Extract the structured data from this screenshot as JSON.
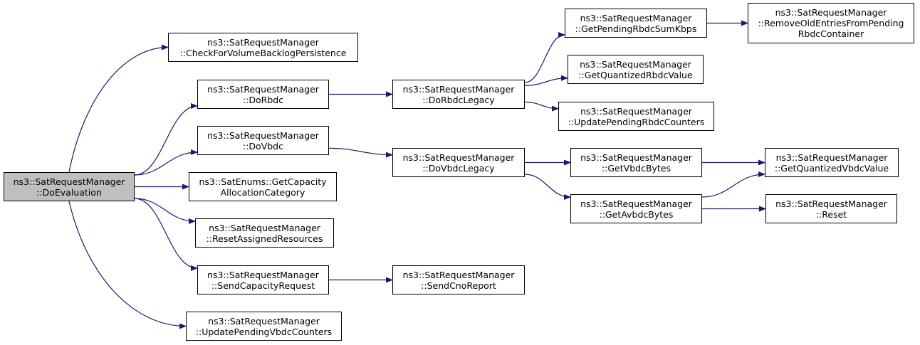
{
  "colors": {
    "edge": "#191970",
    "border": "#000000",
    "root_fill": "#bfbfbf",
    "node_fill": "#ffffff"
  },
  "nodes": {
    "doEvaluation": {
      "line1": "ns3::SatRequestManager",
      "line2": "::DoEvaluation"
    },
    "checkBacklog": {
      "line1": "ns3::SatRequestManager",
      "line2": "::CheckForVolumeBacklogPersistence"
    },
    "doRbdc": {
      "line1": "ns3::SatRequestManager",
      "line2": "::DoRbdc"
    },
    "doVbdc": {
      "line1": "ns3::SatRequestManager",
      "line2": "::DoVbdc"
    },
    "getCapacityAllocCat": {
      "line1": "ns3::SatEnums::GetCapacity",
      "line2": "AllocationCategory"
    },
    "resetAssigned": {
      "line1": "ns3::SatRequestManager",
      "line2": "::ResetAssignedResources"
    },
    "sendCapacityReq": {
      "line1": "ns3::SatRequestManager",
      "line2": "::SendCapacityRequest"
    },
    "updatePendingVbdc": {
      "line1": "ns3::SatRequestManager",
      "line2": "::UpdatePendingVbdcCounters"
    },
    "doRbdcLegacy": {
      "line1": "ns3::SatRequestManager",
      "line2": "::DoRbdcLegacy"
    },
    "doVbdcLegacy": {
      "line1": "ns3::SatRequestManager",
      "line2": "::DoVbdcLegacy"
    },
    "sendCnoReport": {
      "line1": "ns3::SatRequestManager",
      "line2": "::SendCnoReport"
    },
    "getPendingRbdcSum": {
      "line1": "ns3::SatRequestManager",
      "line2": "::GetPendingRbdcSumKbps"
    },
    "getQuantRbdc": {
      "line1": "ns3::SatRequestManager",
      "line2": "::GetQuantizedRbdcValue"
    },
    "updatePendingRbdc": {
      "line1": "ns3::SatRequestManager",
      "line2": "::UpdatePendingRbdcCounters"
    },
    "getVbdcBytes": {
      "line1": "ns3::SatRequestManager",
      "line2": "::GetVbdcBytes"
    },
    "getAvbdcBytes": {
      "line1": "ns3::SatRequestManager",
      "line2": "::GetAvbdcBytes"
    },
    "removeOldEntries": {
      "line1": "ns3::SatRequestManager",
      "line2": "::RemoveOldEntriesFromPending",
      "line3": "RbdcContainer"
    },
    "getQuantVbdc": {
      "line1": "ns3::SatRequestManager",
      "line2": "::GetQuantizedVbdcValue"
    },
    "reset": {
      "line1": "ns3::SatRequestManager",
      "line2": "::Reset"
    }
  },
  "edges": [
    [
      "doEvaluation",
      "checkBacklog"
    ],
    [
      "doEvaluation",
      "doRbdc"
    ],
    [
      "doEvaluation",
      "doVbdc"
    ],
    [
      "doEvaluation",
      "getCapacityAllocCat"
    ],
    [
      "doEvaluation",
      "resetAssigned"
    ],
    [
      "doEvaluation",
      "sendCapacityReq"
    ],
    [
      "doEvaluation",
      "updatePendingVbdc"
    ],
    [
      "doRbdc",
      "doRbdcLegacy"
    ],
    [
      "doVbdc",
      "doVbdcLegacy"
    ],
    [
      "sendCapacityReq",
      "sendCnoReport"
    ],
    [
      "doRbdcLegacy",
      "getPendingRbdcSum"
    ],
    [
      "doRbdcLegacy",
      "getQuantRbdc"
    ],
    [
      "doRbdcLegacy",
      "updatePendingRbdc"
    ],
    [
      "doVbdcLegacy",
      "getVbdcBytes"
    ],
    [
      "doVbdcLegacy",
      "getAvbdcBytes"
    ],
    [
      "getPendingRbdcSum",
      "removeOldEntries"
    ],
    [
      "getVbdcBytes",
      "getQuantVbdc"
    ],
    [
      "getAvbdcBytes",
      "getQuantVbdc"
    ],
    [
      "getAvbdcBytes",
      "reset"
    ]
  ]
}
